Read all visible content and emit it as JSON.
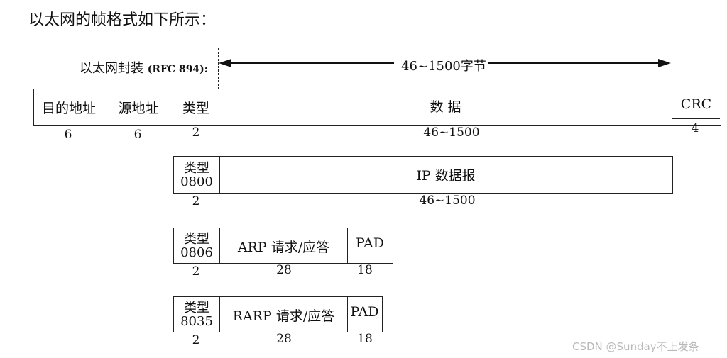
{
  "heading": "以太网的帧格式如下所示：",
  "encap": {
    "label": "以太网封装",
    "ref": "(RFC 894):",
    "span_label": "46~1500字节"
  },
  "frame": {
    "fields": [
      "目的地址",
      "源地址",
      "类型",
      "数 据",
      "CRC"
    ],
    "sizes": [
      "6",
      "6",
      "2",
      "46~1500",
      "4"
    ]
  },
  "ip": {
    "type_label": "类型",
    "type_code": "0800",
    "body": "IP 数据报",
    "sizes": [
      "2",
      "46~1500"
    ]
  },
  "arp": {
    "type_label": "类型",
    "type_code": "0806",
    "body": "ARP 请求/应答",
    "pad": "PAD",
    "sizes": [
      "2",
      "28",
      "18"
    ]
  },
  "rarp": {
    "type_label": "类型",
    "type_code": "8035",
    "body": "RARP 请求/应答",
    "pad": "PAD",
    "sizes": [
      "2",
      "28",
      "18"
    ]
  },
  "watermark": "CSDN @Sunday不上发条"
}
